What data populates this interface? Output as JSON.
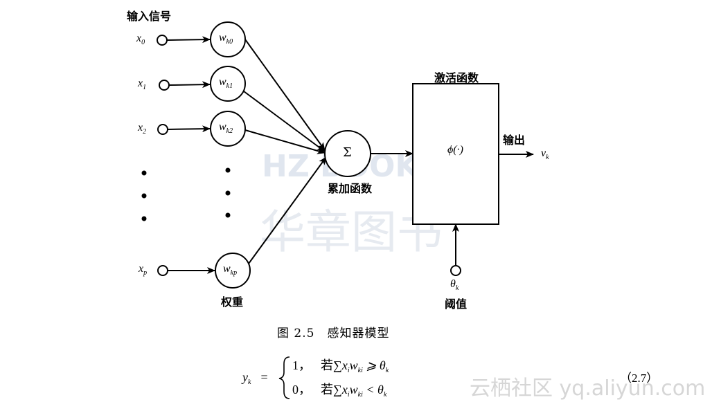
{
  "inputs_title": "输入信号",
  "inputs": [
    {
      "name": "x",
      "sub": "0"
    },
    {
      "name": "x",
      "sub": "1"
    },
    {
      "name": "x",
      "sub": "2"
    },
    {
      "name": "x",
      "sub": "p"
    }
  ],
  "weights": [
    {
      "name": "w",
      "sub": "k0"
    },
    {
      "name": "w",
      "sub": "k1"
    },
    {
      "name": "w",
      "sub": "k2"
    },
    {
      "name": "w",
      "sub": "kp"
    }
  ],
  "weights_label": "权重",
  "sum_symbol": "Σ",
  "sum_label": "累加函数",
  "activation_title": "激活函数",
  "activation_symbol": "ϕ(·)",
  "output_label": "输出",
  "output_var": {
    "name": "v",
    "sub": "k"
  },
  "threshold_var": {
    "name": "θ",
    "sub": "k"
  },
  "threshold_label": "阈值",
  "caption": "图 2.5　感知器模型",
  "equation": {
    "lhs": {
      "name": "y",
      "sub": "k"
    },
    "case1_value": "1，",
    "case1_cond_prefix": "若",
    "case1_cond": "∑x",
    "case1_cond_sub1": "i",
    "case1_cond_w": "w",
    "case1_cond_sub2": "ki",
    "case1_rel": "⩾ θ",
    "case1_rel_sub": "k",
    "case2_value": "0，",
    "case2_cond_prefix": "若",
    "case2_cond": "∑x",
    "case2_cond_sub1": "i",
    "case2_cond_w": "w",
    "case2_cond_sub2": "ki",
    "case2_rel": "< θ",
    "case2_rel_sub": "k",
    "number": "（2.7）"
  },
  "watermark": {
    "logo_text": "HZ BOOKS",
    "logo_cn": "华章图书",
    "site": "云栖社区 yq.aliyun.com"
  }
}
